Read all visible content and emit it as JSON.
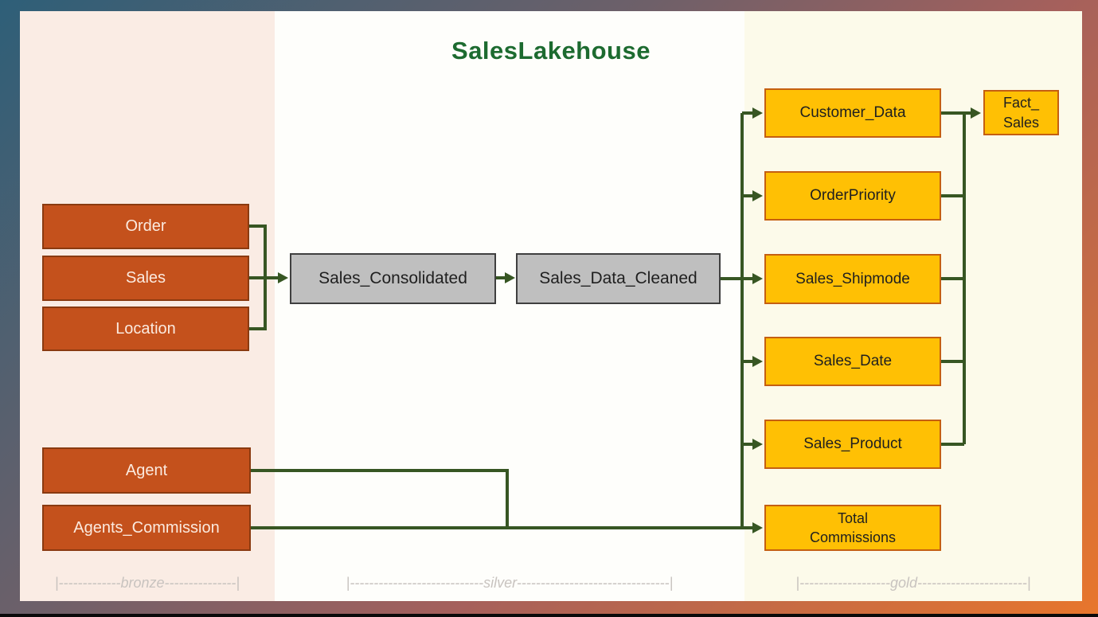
{
  "title": "SalesLakehouse",
  "zones": {
    "bronze": {
      "label": "|-------------bronze---------------|"
    },
    "silver": {
      "label": "|----------------------------silver--------------------------------|"
    },
    "gold": {
      "label": "|-------------------gold-----------------------|"
    }
  },
  "nodes": {
    "order": "Order",
    "sales": "Sales",
    "location": "Location",
    "agent": "Agent",
    "agents_commission": "Agents_Commission",
    "sales_consolidated": "Sales_Consolidated",
    "sales_data_cleaned": "Sales_Data_Cleaned",
    "customer_data": "Customer_Data",
    "order_priority": "OrderPriority",
    "sales_shipmode": "Sales_Shipmode",
    "sales_date": "Sales_Date",
    "sales_product": "Sales_Product",
    "total_commissions": "Total\nCommissions",
    "fact_sales": "Fact_\nSales"
  },
  "edges": [
    {
      "from": "Order",
      "to": "Sales_Consolidated"
    },
    {
      "from": "Sales",
      "to": "Sales_Consolidated"
    },
    {
      "from": "Location",
      "to": "Sales_Consolidated"
    },
    {
      "from": "Sales_Consolidated",
      "to": "Sales_Data_Cleaned"
    },
    {
      "from": "Sales_Data_Cleaned",
      "to": "Customer_Data"
    },
    {
      "from": "Sales_Data_Cleaned",
      "to": "OrderPriority"
    },
    {
      "from": "Sales_Data_Cleaned",
      "to": "Sales_Shipmode"
    },
    {
      "from": "Sales_Data_Cleaned",
      "to": "Sales_Date"
    },
    {
      "from": "Sales_Data_Cleaned",
      "to": "Sales_Product"
    },
    {
      "from": "Customer_Data",
      "to": "Fact_Sales"
    },
    {
      "from": "OrderPriority",
      "to": "Fact_Sales"
    },
    {
      "from": "Sales_Shipmode",
      "to": "Fact_Sales"
    },
    {
      "from": "Sales_Date",
      "to": "Fact_Sales"
    },
    {
      "from": "Sales_Product",
      "to": "Fact_Sales"
    },
    {
      "from": "Agent",
      "to": "Total Commissions"
    },
    {
      "from": "Agents_Commission",
      "to": "Total Commissions"
    }
  ],
  "colors": {
    "connector": "#375623",
    "title-color": "#1d6b30",
    "bronze-fill": "#c4511c",
    "bronze-border": "#8a3a10",
    "bronze-text": "#fbeadf",
    "silver-fill": "#bfbfbf",
    "silver-border": "#3f3f3f",
    "gold-fill": "#ffc004",
    "gold-border": "#c55f11",
    "dark-text": "#1f1f1f",
    "zone-label": "#c8c3bf",
    "zone-bronze-bg": "#faece4",
    "zone-silver-bg": "#fefefb",
    "zone-gold-bg": "#fcfaea"
  }
}
